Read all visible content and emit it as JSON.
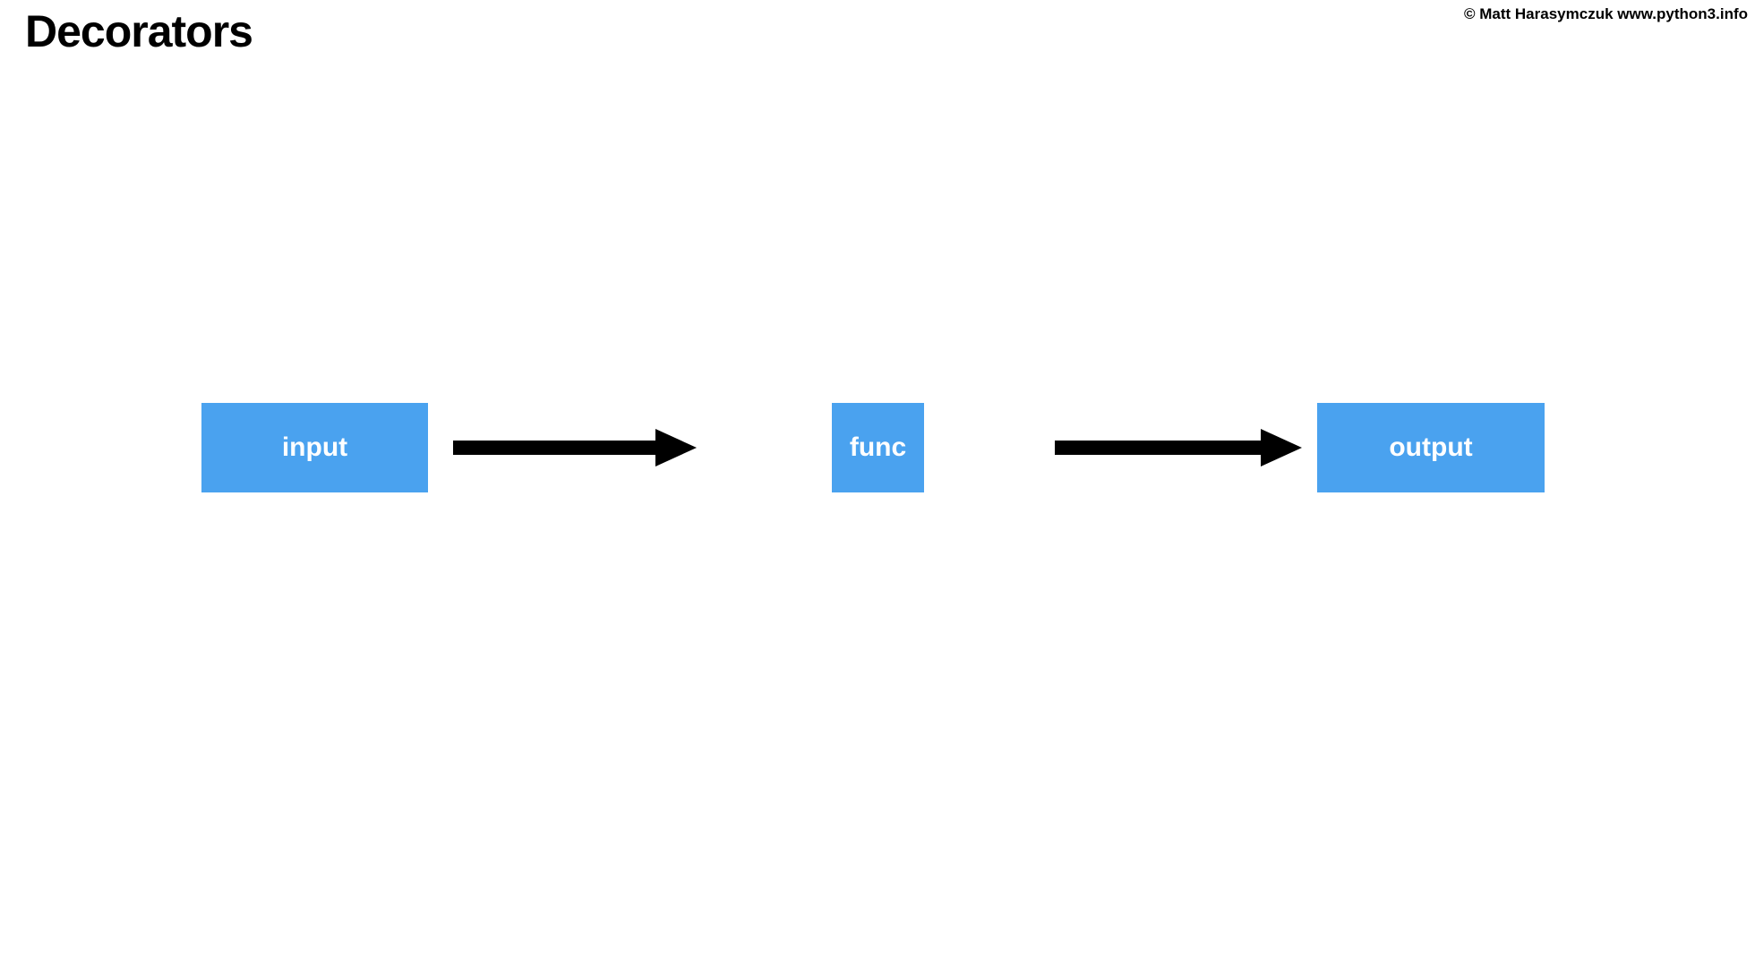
{
  "header": {
    "title": "Decorators",
    "copyright": "© Matt Harasymczuk www.python3.info"
  },
  "diagram": {
    "type": "flow",
    "accent_color": "#4aa2ef",
    "arrow_color": "#000000",
    "nodes": [
      {
        "id": "input",
        "label": "input"
      },
      {
        "id": "func",
        "label": "func"
      },
      {
        "id": "output",
        "label": "output"
      }
    ],
    "edges": [
      {
        "from": "input",
        "to": "func"
      },
      {
        "from": "func",
        "to": "output"
      }
    ]
  }
}
